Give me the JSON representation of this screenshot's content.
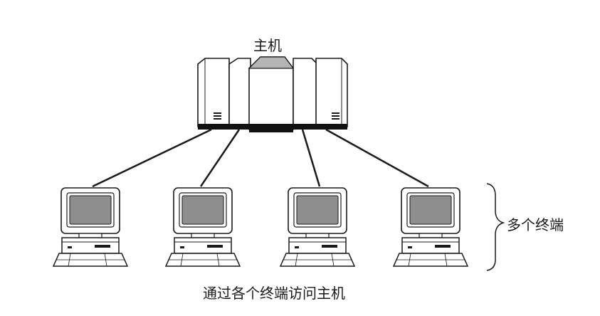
{
  "host": {
    "label": "主机"
  },
  "terminals": {
    "label": "多个终端",
    "items": [
      {
        "id": "terminal-1"
      },
      {
        "id": "terminal-2"
      },
      {
        "id": "terminal-3"
      },
      {
        "id": "terminal-4"
      }
    ]
  },
  "caption": "通过各个终端访问主机",
  "colors": {
    "ink": "#1a1a1a",
    "screen": "#8e8e8e",
    "cabinet_top": "#b5b5b5",
    "base": "#111111"
  }
}
